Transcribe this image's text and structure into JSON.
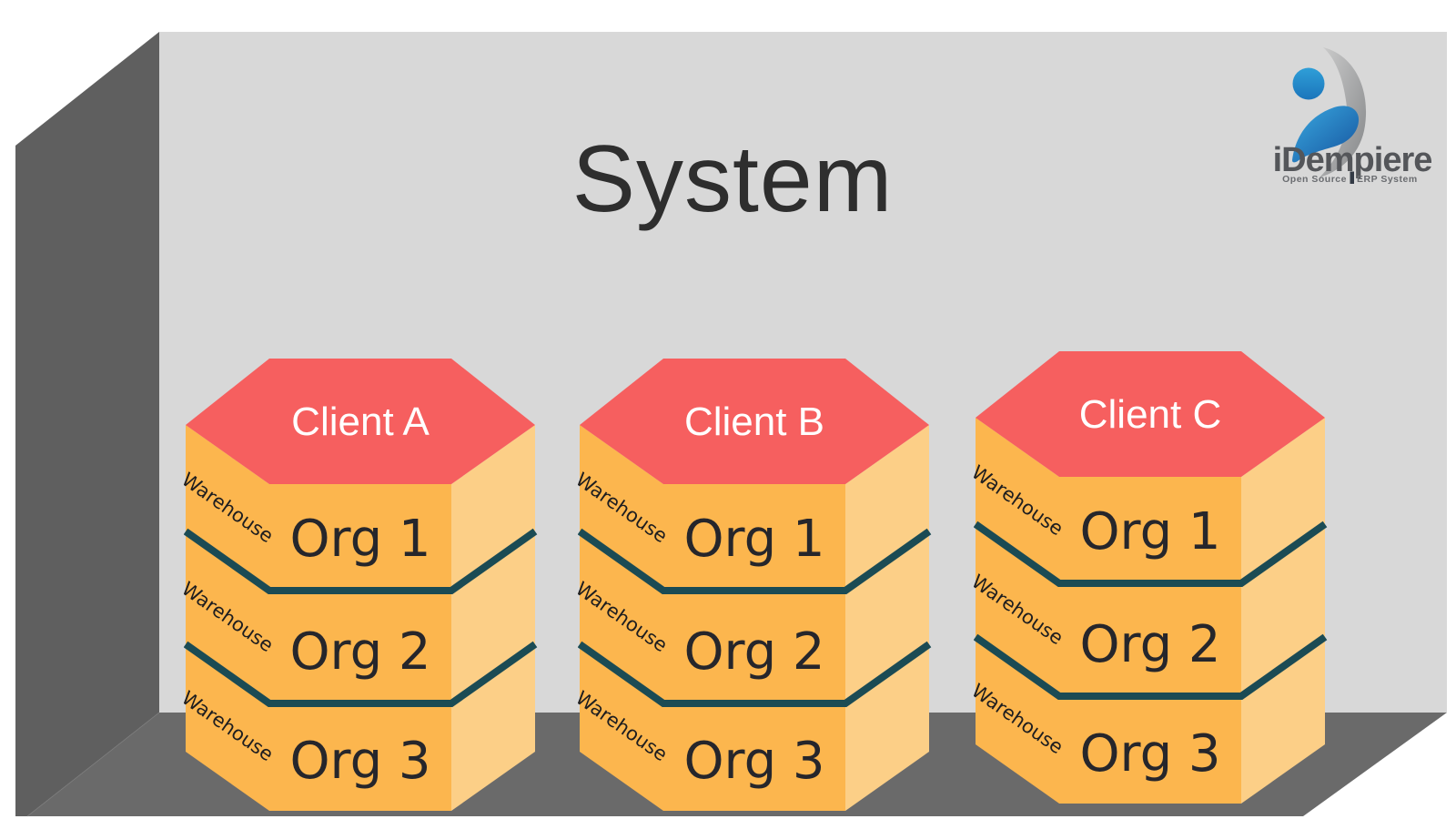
{
  "scene": {
    "title": "System",
    "logo": {
      "brand": "iDempiere",
      "tagline_left": "Open Source",
      "tagline_right": "ERP System"
    },
    "colors": {
      "background": "#ffffff",
      "back_wall": "#d8d8d8",
      "left_wall": "#5f5f5f",
      "floor": "#6a6a6a",
      "client_top": "#f65f5f",
      "org_face": "#fcb64e",
      "org_face_light": "#fccf87",
      "separator": "#1b4b54",
      "org_text": "#26262b",
      "client_text": "#ffffff",
      "title_text": "#2e2e2e"
    },
    "clients": [
      {
        "label": "Client A",
        "orgs": [
          {
            "label": "Org 1",
            "warehouse": "Warehouse"
          },
          {
            "label": "Org 2",
            "warehouse": "Warehouse"
          },
          {
            "label": "Org 3",
            "warehouse": "Warehouse"
          }
        ]
      },
      {
        "label": "Client B",
        "orgs": [
          {
            "label": "Org 1",
            "warehouse": "Warehouse"
          },
          {
            "label": "Org 2",
            "warehouse": "Warehouse"
          },
          {
            "label": "Org 3",
            "warehouse": "Warehouse"
          }
        ]
      },
      {
        "label": "Client C",
        "orgs": [
          {
            "label": "Org 1",
            "warehouse": "Warehouse"
          },
          {
            "label": "Org 2",
            "warehouse": "Warehouse"
          },
          {
            "label": "Org 3",
            "warehouse": "Warehouse"
          }
        ]
      }
    ]
  }
}
